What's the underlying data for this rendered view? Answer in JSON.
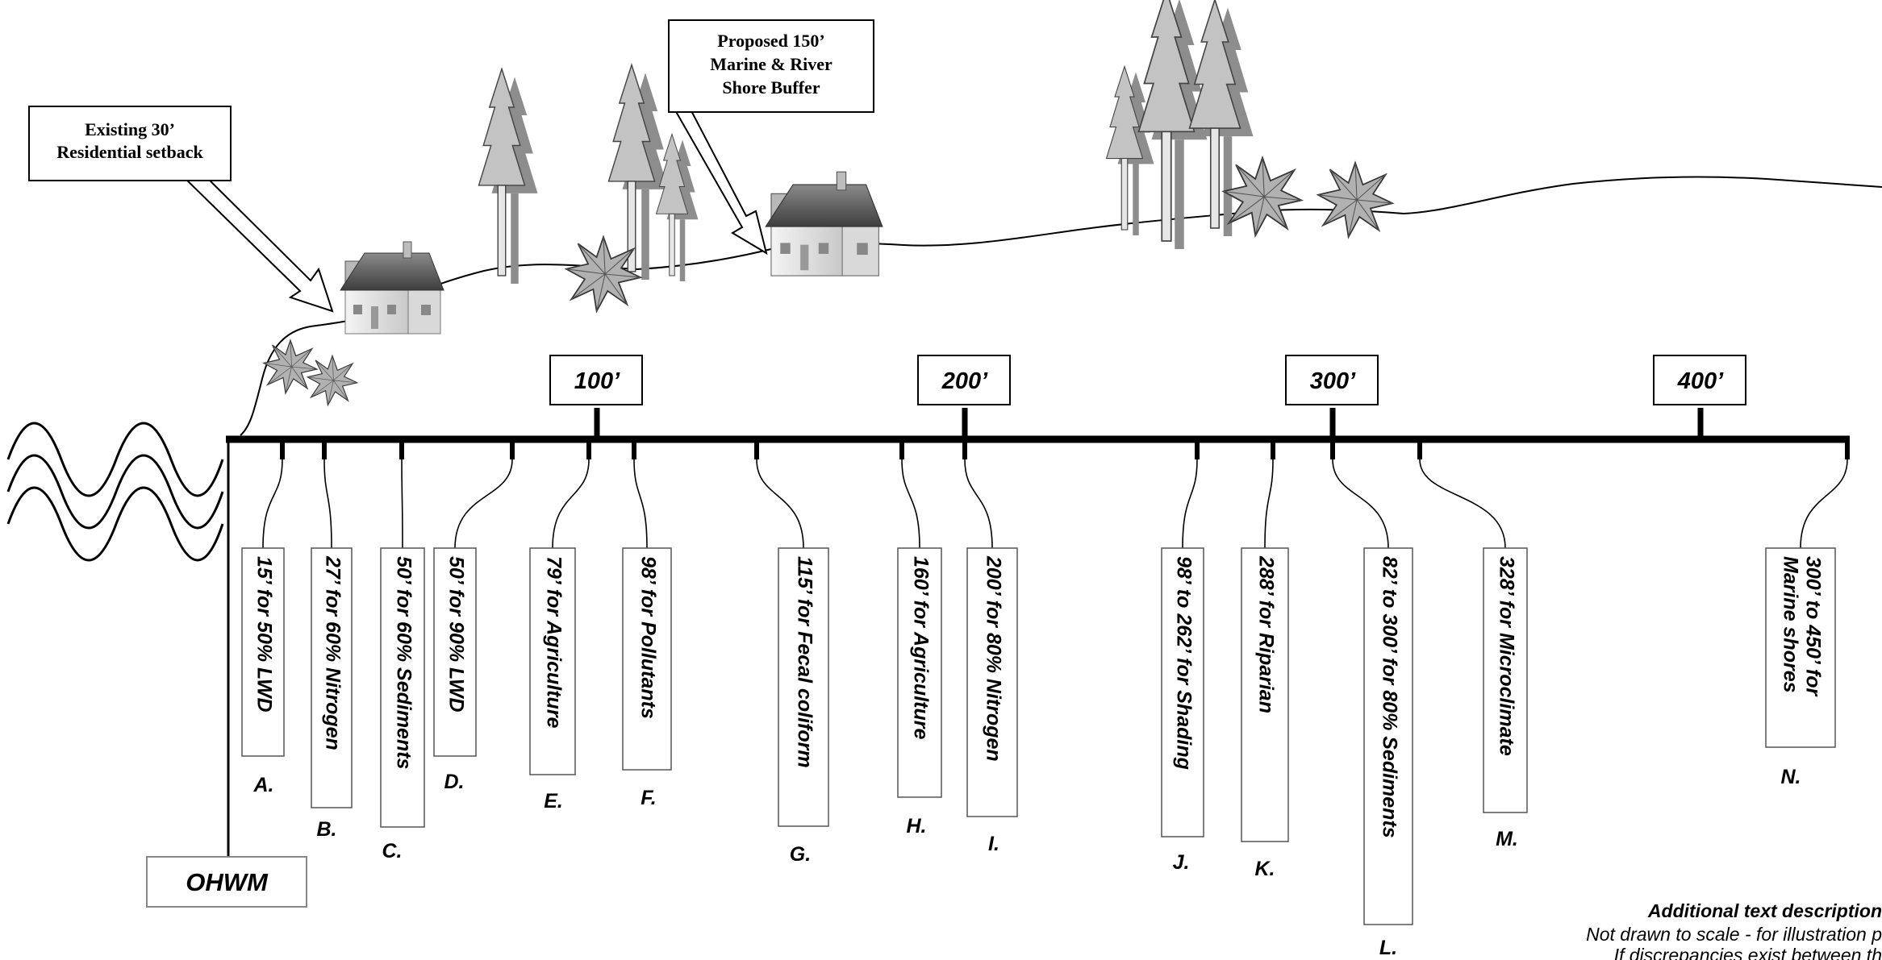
{
  "callouts": {
    "existing_setback": [
      "Existing 30’",
      "Residential setback"
    ],
    "proposed_buffer": [
      "Proposed 150’",
      "Marine & River",
      "Shore Buffer"
    ]
  },
  "scale_labels": [
    "100’",
    "200’",
    "300’",
    "400’"
  ],
  "ohwm_label": "OHWM",
  "buffers": [
    {
      "text": "15’ for 50% LWD",
      "letter": "A."
    },
    {
      "text": "27’ for 60% Nitrogen",
      "letter": "B."
    },
    {
      "text": "50’ for 60% Sediments",
      "letter": "C."
    },
    {
      "text": "50’ for 90% LWD",
      "letter": "D."
    },
    {
      "text": "79’ for Agriculture",
      "letter": "E."
    },
    {
      "text": "98’ for Pollutants",
      "letter": "F."
    },
    {
      "text": "115’ for Fecal coliform",
      "letter": "G."
    },
    {
      "text": "160’ for Agriculture",
      "letter": "H."
    },
    {
      "text": "200’ for 80% Nitrogen",
      "letter": "I."
    },
    {
      "text": "98’ to 262’ for Shading",
      "letter": "J."
    },
    {
      "text": "288’ for Riparian",
      "letter": "K."
    },
    {
      "text": "82’ to 300’ for 80% Sediments",
      "letter": "L."
    },
    {
      "text": "328’ for Microclimate",
      "letter": "M."
    },
    {
      "text": [
        "300’ to 450’ for",
        "Marine shores"
      ],
      "letter": "N."
    }
  ],
  "notes": {
    "heading": "Additional text description",
    "line1": "Not drawn to scale - for illustration p",
    "line2": "If discrepancies exist between th"
  }
}
